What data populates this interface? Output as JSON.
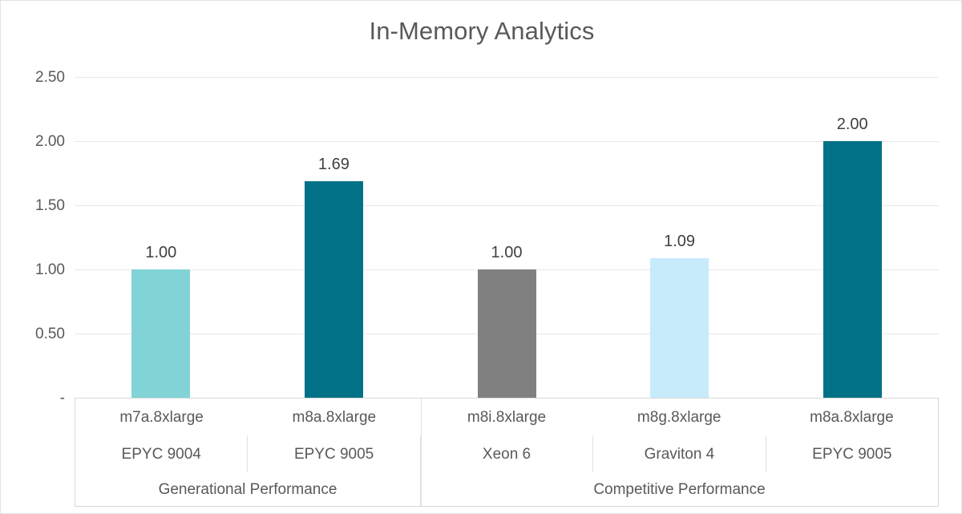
{
  "chart_data": {
    "type": "bar",
    "title": "In-Memory Analytics",
    "xlabel": "",
    "ylabel": "",
    "ylim": [
      0,
      2.5
    ],
    "grid": true,
    "legend": "none",
    "categories": [
      "m7a.8xlarge",
      "m8a.8xlarge",
      "m8i.8xlarge",
      "m8g.8xlarge",
      "m8a.8xlarge"
    ],
    "subcategories": [
      "EPYC 9004",
      "EPYC 9005",
      "Xeon 6",
      "Graviton 4",
      "EPYC 9005"
    ],
    "groups": [
      {
        "label": "Generational Performance",
        "span": 2
      },
      {
        "label": "Competitive Performance",
        "span": 3
      }
    ],
    "values": [
      1.0,
      1.69,
      1.0,
      1.09,
      2.0
    ],
    "value_labels": [
      "1.00",
      "1.69",
      "1.00",
      "1.09",
      "2.00"
    ],
    "bar_colors": [
      "#81d3d6",
      "#007186",
      "#808080",
      "#c7ebfb",
      "#007186"
    ],
    "y_ticks": [
      {
        "value": 2.5,
        "label": "2.50"
      },
      {
        "value": 2.0,
        "label": "2.00"
      },
      {
        "value": 1.5,
        "label": "1.50"
      },
      {
        "value": 1.0,
        "label": "1.00"
      },
      {
        "value": 0.5,
        "label": "0.50"
      },
      {
        "value": 0.0,
        "label": "-"
      }
    ],
    "colors": {
      "title_text": "#595959",
      "axis_text": "#595959",
      "data_label_text": "#3f3f3f",
      "gridline": "#e8e8e8",
      "table_border": "#d9d9d9",
      "background": "#ffffff"
    }
  }
}
